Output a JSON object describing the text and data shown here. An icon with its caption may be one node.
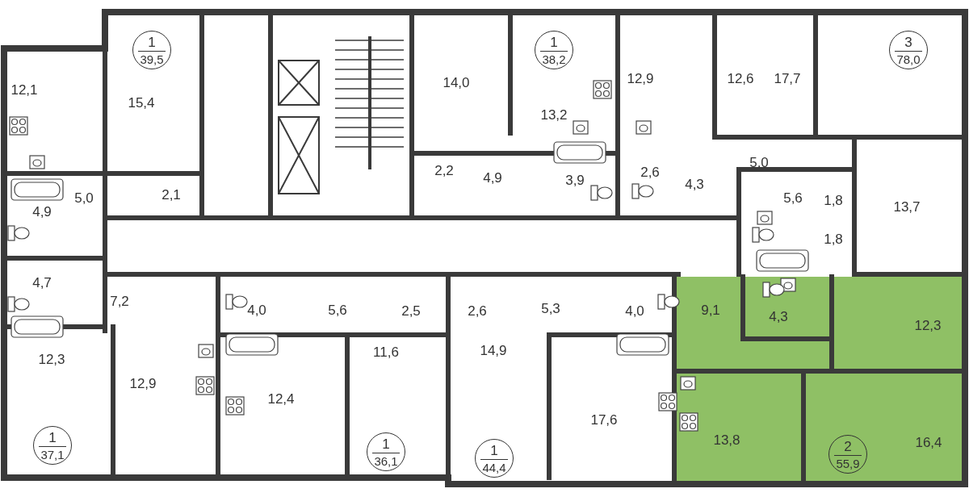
{
  "diagram": {
    "nodes": [
      {
        "text": [
          "1",
          "39,5"
        ]
      },
      {
        "text": [
          "1",
          "38,2"
        ]
      },
      {
        "text": [
          "3",
          "78,0"
        ]
      },
      {
        "text": [
          "1",
          "37,1"
        ]
      },
      {
        "text": [
          "1",
          "36,1"
        ]
      },
      {
        "text": [
          "1",
          "44,4"
        ]
      },
      {
        "text": [
          "2",
          "55,9"
        ]
      }
    ],
    "labels": [
      "14,0",
      "12,9",
      "12,6",
      "17,7",
      "12,1",
      "15,4",
      "13,2",
      "5,0",
      "2,2",
      "4,9",
      "3,9",
      "2,6",
      "4,3",
      "5,0",
      "2,1",
      "5,6",
      "1,8",
      "13,7",
      "4,9",
      "1,8",
      "4,7",
      "7,2",
      "4,0",
      "5,6",
      "2,5",
      "2,6",
      "5,3",
      "4,0",
      "9,1",
      "4,3",
      "12,3",
      "12,3",
      "11,6",
      "14,9",
      "12,9",
      "12,4",
      "17,6",
      "13,8",
      "16,4"
    ]
  }
}
